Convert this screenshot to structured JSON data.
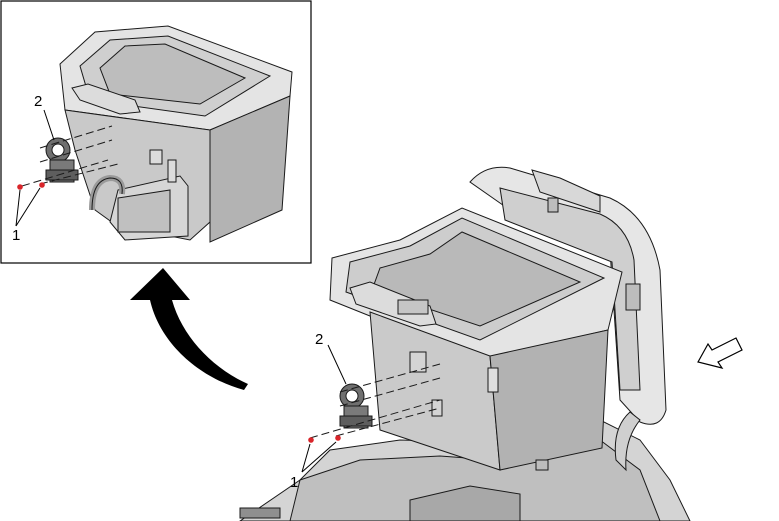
{
  "callouts": {
    "inset_fastener": "1",
    "inset_bracket": "2",
    "main_bracket": "2",
    "main_fastener": "1"
  },
  "colors": {
    "part_fill": "#d2d2d2",
    "part_light": "#e9e9e9",
    "part_dark": "#9a9a9a",
    "line": "#1a1a1a",
    "fastener": "#d9252a",
    "arrow": "#000000"
  },
  "icons": {
    "detail_arrow": "curved-arrow-up",
    "direction_arrow": "outline-arrow-front"
  }
}
